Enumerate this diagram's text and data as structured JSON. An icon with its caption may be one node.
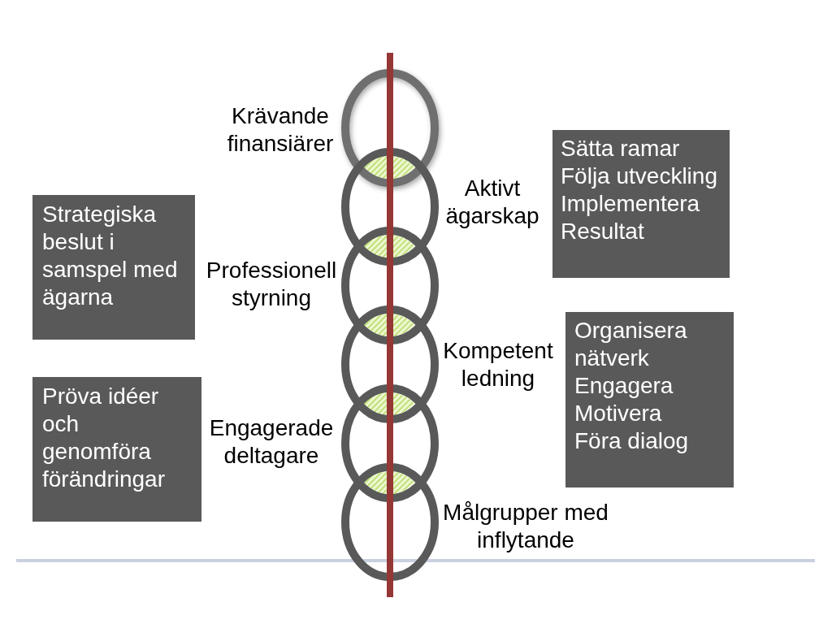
{
  "diagram": {
    "nodes": [
      {
        "text": [],
        "shape": "ellipse",
        "beside": [
          "Krävande finansiärer"
        ]
      },
      {
        "text": [],
        "shape": "ellipse",
        "beside": [
          "Aktivt ägarskap"
        ]
      },
      {
        "text": [],
        "shape": "ellipse",
        "beside": [
          "Professionell styrning"
        ]
      },
      {
        "text": [],
        "shape": "ellipse",
        "beside": [
          "Kompetent ledning"
        ]
      },
      {
        "text": [],
        "shape": "ellipse",
        "beside": [
          "Engagerade deltagare"
        ]
      },
      {
        "text": [],
        "shape": "ellipse",
        "beside": [
          "Målgrupper med inflytande"
        ]
      },
      {
        "text": [
          "Strategiska beslut i samspel med ägarna"
        ]
      },
      {
        "text": [
          "Pröva idéer och genomföra förändringar"
        ]
      },
      {
        "text": [
          "Sätta ramar",
          "Följa utveckling",
          "Implementera",
          "Resultat"
        ]
      },
      {
        "text": [
          "Organisera nätverk",
          "Engagera",
          "Motivera",
          "Föra dialog"
        ]
      }
    ]
  }
}
